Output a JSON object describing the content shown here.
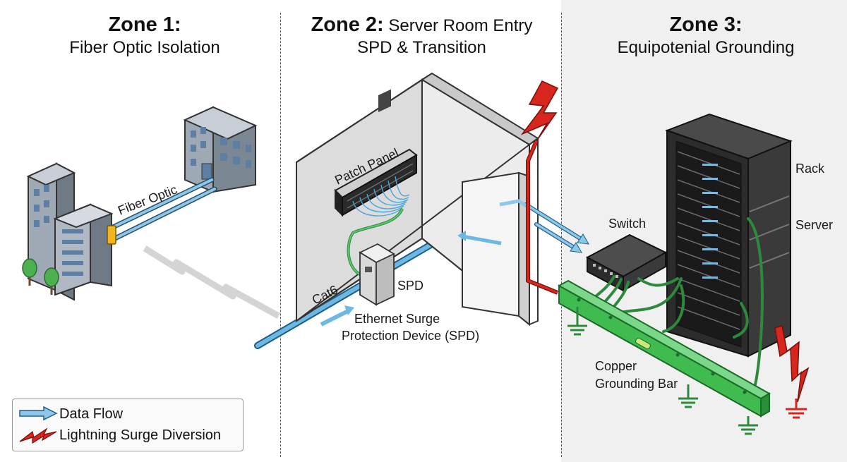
{
  "zones": [
    {
      "number": "Zone 1:",
      "line1": "",
      "line2": "Fiber Optic Isolation"
    },
    {
      "number": "Zone 2:",
      "line1": "Server Room Entry",
      "line2": "SPD & Transition"
    },
    {
      "number": "Zone 3:",
      "line1": "",
      "line2": "Equipotenial Grounding"
    }
  ],
  "labels": {
    "fiber_optic": "Fiber Optic",
    "patch_panel": "Patch Panel",
    "cat6": "Cat6",
    "spd": "SPD",
    "spd_desc_1": "Ethernet Surge",
    "spd_desc_2": "Protection Device (SPD)",
    "switch": "Switch",
    "rack": "Rack",
    "server": "Server",
    "copper_1": "Copper",
    "copper_2": "Grounding Bar"
  },
  "legend": {
    "data_flow": "Data Flow",
    "lightning": "Lightning Surge Diversion"
  },
  "colors": {
    "data_flow": "#8ec8e8",
    "lightning": "#d7261e",
    "ground": "#35b24a",
    "fiber_connector": "#f2b61b"
  },
  "icons": [
    "data-flow-arrow-icon",
    "lightning-bolt-icon",
    "ground-symbol-icon",
    "building-icon",
    "tree-icon"
  ]
}
